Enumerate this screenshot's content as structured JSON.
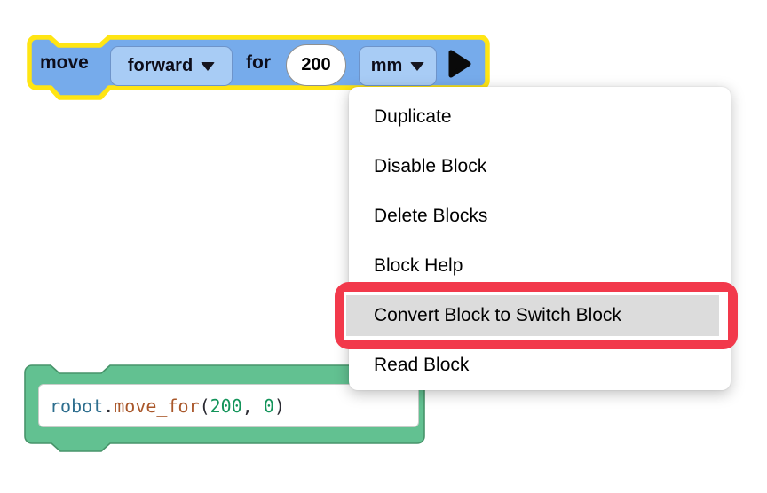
{
  "move_block": {
    "label_move": "move",
    "direction_dropdown": {
      "value": "forward"
    },
    "label_for": "for",
    "distance_input": {
      "value": "200"
    },
    "unit_dropdown": {
      "value": "mm"
    },
    "run_icon": "play-triangle"
  },
  "context_menu": {
    "items": [
      "Duplicate",
      "Disable Block",
      "Delete Blocks",
      "Block Help",
      "Convert Block to Switch Block",
      "Read Block"
    ],
    "highlighted_index": 4
  },
  "code_block": {
    "code": "robot.move_for(200, 0)",
    "tokens": [
      {
        "text": "robot",
        "type": "object"
      },
      {
        "text": ".",
        "type": "punct"
      },
      {
        "text": "move_for",
        "type": "function"
      },
      {
        "text": "(",
        "type": "punct"
      },
      {
        "text": "200",
        "type": "number"
      },
      {
        "text": ", ",
        "type": "punct"
      },
      {
        "text": "0",
        "type": "number"
      },
      {
        "text": ")",
        "type": "punct"
      }
    ],
    "token_colors": {
      "object": "#2d6e8e",
      "function": "#a9572a",
      "number": "#13945a",
      "punct": "#2b2b33"
    }
  },
  "colors": {
    "selection_yellow": "#ffe513",
    "block_blue": "#76abeb",
    "block_blue_light": "#a8ccf5",
    "block_green": "#62c191",
    "annotation_red": "#f2394b",
    "menu_hover_gray": "#dcdcdc"
  }
}
